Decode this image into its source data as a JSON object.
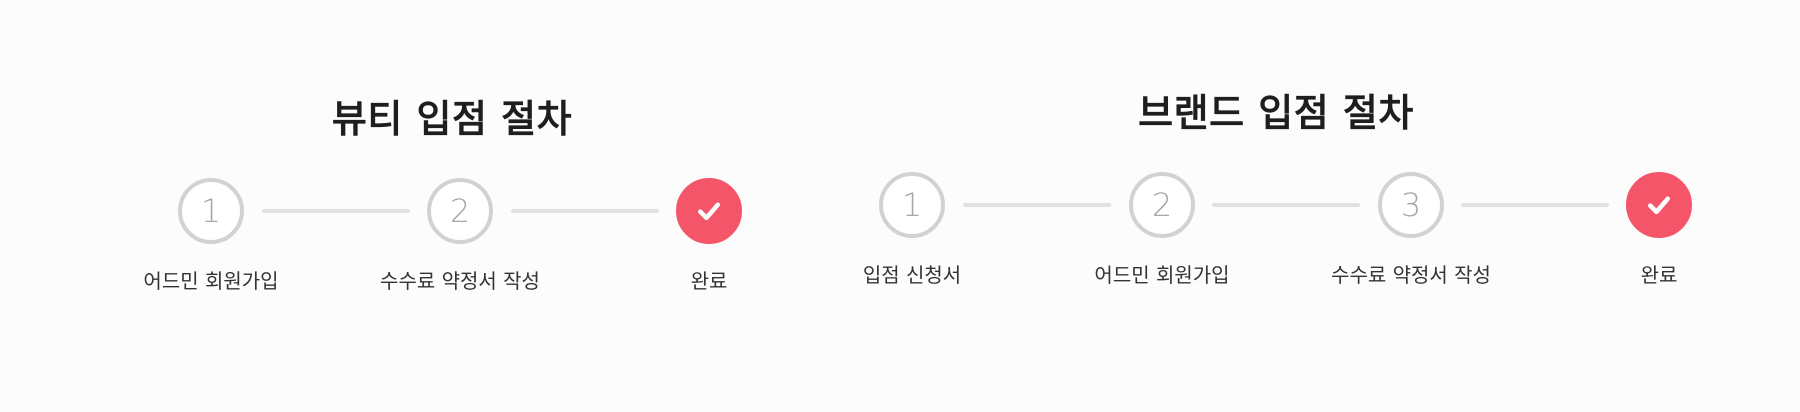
{
  "beauty": {
    "title": "뷰티 입점 절차",
    "steps": [
      {
        "number": "1",
        "label": "어드민 회원가입",
        "status": "pending"
      },
      {
        "number": "2",
        "label": "수수료 약정서 작성",
        "status": "pending"
      },
      {
        "number": "",
        "label": "완료",
        "status": "complete"
      }
    ]
  },
  "brand": {
    "title": "브랜드 입점 절차",
    "steps": [
      {
        "number": "1",
        "label": "입점 신청서",
        "status": "pending"
      },
      {
        "number": "2",
        "label": "어드민 회원가입",
        "status": "pending"
      },
      {
        "number": "3",
        "label": "수수료 약정서 작성",
        "status": "pending"
      },
      {
        "number": "",
        "label": "완료",
        "status": "complete"
      }
    ]
  },
  "colors": {
    "accent": "#f55568",
    "circle_border": "#d2d2d2",
    "connector": "#e1e1e1",
    "step_number": "#a6a6a6"
  },
  "icons": {
    "complete": "check-icon"
  }
}
